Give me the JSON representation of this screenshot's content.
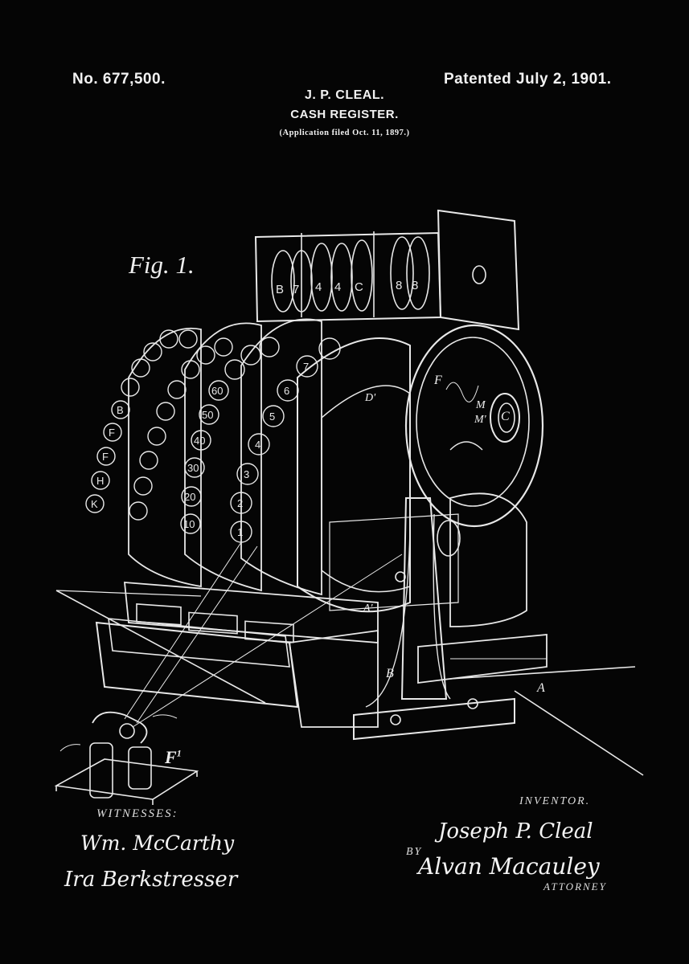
{
  "header": {
    "patent_number": "No. 677,500.",
    "inventor": "J. P. CLEAL.",
    "invention_title": "CASH REGISTER.",
    "application": "(Application filed Oct. 11, 1897.)",
    "patented_date": "Patented July 2, 1901."
  },
  "figure": {
    "label": "Fig. 1.",
    "letters": {
      "F": "F",
      "M": "M",
      "M_prime": "M'",
      "C": "C",
      "D": "D'",
      "A_prime": "A'",
      "B": "B",
      "A": "A",
      "F1": "F"
    },
    "key_numbers_units": [
      "1",
      "2",
      "3",
      "4",
      "5",
      "6",
      "7"
    ],
    "key_numbers_tens": [
      "10",
      "20",
      "30",
      "40",
      "50",
      "60"
    ],
    "key_letters": [
      "H",
      "F",
      "B",
      "F",
      "K"
    ]
  },
  "signatures": {
    "witnesses_label": "WITNESSES:",
    "witness_1": "Wm. McCarthy",
    "witness_2": "Ira Berkstresser",
    "inventor_label": "INVENTOR.",
    "inventor_name": "Joseph P. Cleal",
    "by_label": "BY",
    "attorney_name": "Alvan Macauley",
    "attorney_label": "ATTORNEY"
  },
  "colors": {
    "background": "#050505",
    "ink": "#f2f2f2"
  }
}
